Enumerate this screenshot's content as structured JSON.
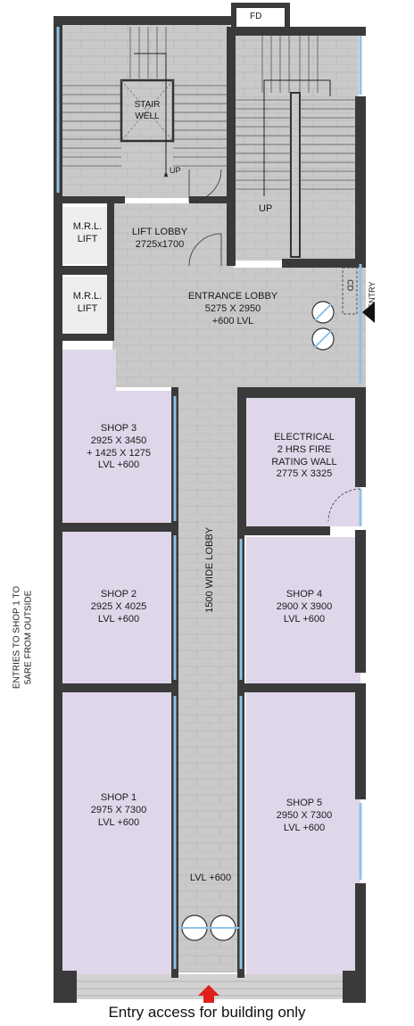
{
  "colors": {
    "wall": "#3a3a3a",
    "floor": "#c8c8c8",
    "shop": "#e0d6ea",
    "glass": "#8fc4e8",
    "entry_arrow": "#e0201a",
    "background": "#ffffff"
  },
  "labels": {
    "fd": "FD",
    "stair_well": [
      "STAIR",
      "WELL"
    ],
    "up_left": "UP",
    "up_right": "UP",
    "lift1": [
      "M.R.L.",
      "LIFT"
    ],
    "lift2": [
      "M.R.L.",
      "LIFT"
    ],
    "lift_lobby": [
      "LIFT  LOBBY",
      "2725x1700"
    ],
    "entrance_lobby": [
      "ENTRANCE LOBBY",
      "5275 X 2950",
      "+600 LVL"
    ],
    "cd": "CD",
    "entry_side": "ENTRY",
    "shop3": [
      "SHOP 3",
      "2925 X 3450",
      "+ 1425 X 1275",
      "LVL +600"
    ],
    "electrical": [
      "ELECTRICAL",
      "2 HRS FIRE",
      "RATING WALL",
      "2775 X  3325"
    ],
    "corridor": "1500 WIDE LOBBY",
    "shop2": [
      "SHOP 2",
      "2925 X 4025",
      "LVL +600"
    ],
    "shop4": [
      "SHOP 4",
      "2900 X 3900",
      "LVL +600"
    ],
    "shop1": [
      "SHOP 1",
      "2975 X 7300",
      "LVL +600"
    ],
    "shop5": [
      "SHOP 5",
      "2950 X 7300",
      "LVL +600"
    ],
    "lvl_bottom": "LVL +600",
    "side_note": [
      "ENTRIES TO SHOP 1 TO",
      "5ARE FROM OUTSIDE"
    ],
    "caption": "Entry access for building only"
  },
  "icons": [
    "stair-arrow-icon",
    "door-swing-icon",
    "revolving-door-icon",
    "entry-triangle-icon",
    "entry-arrow-icon"
  ]
}
